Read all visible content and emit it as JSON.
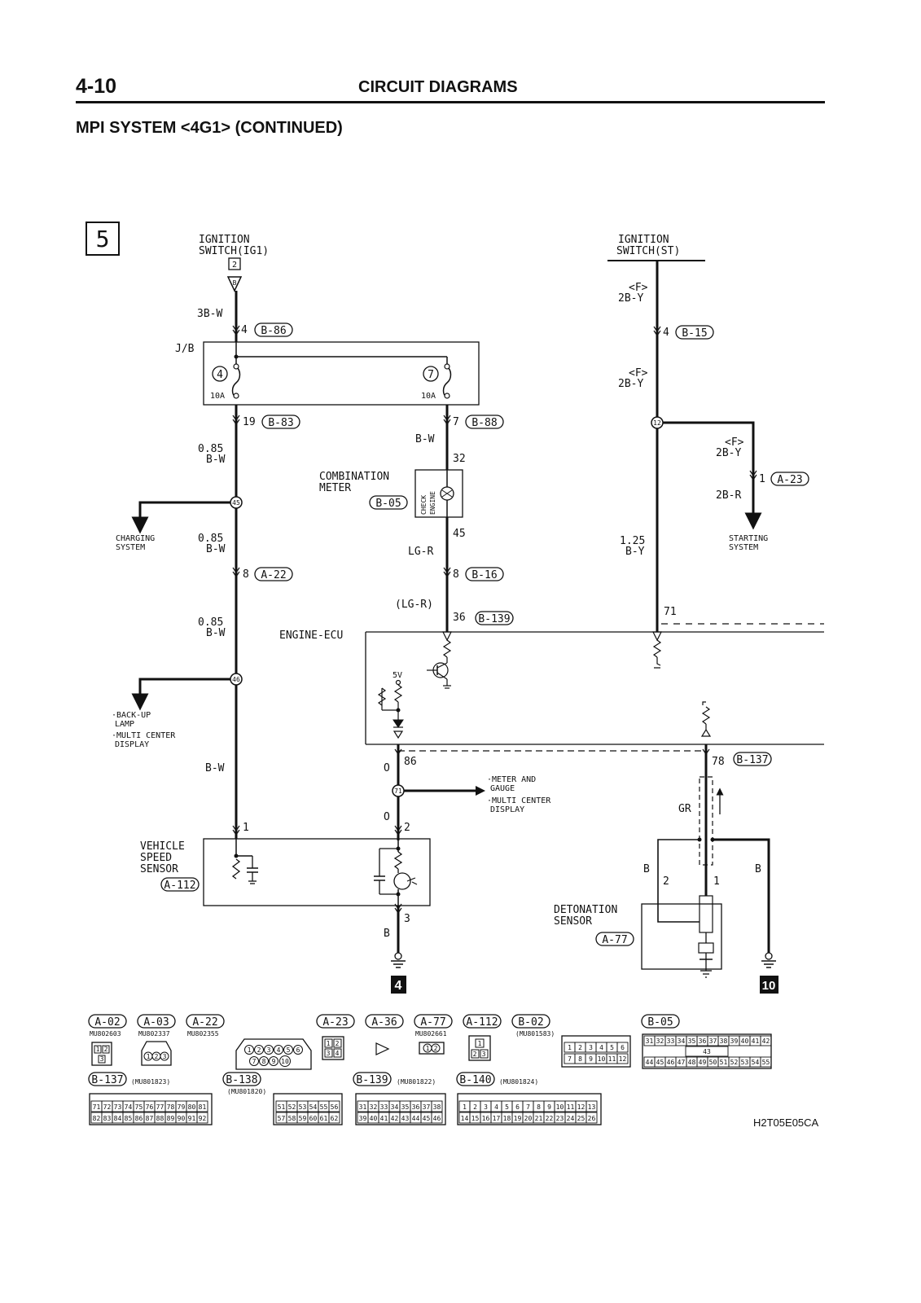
{
  "header": {
    "page_number": "4-10",
    "title": "CIRCUIT DIAGRAMS"
  },
  "section_title": "MPI SYSTEM <4G1> (CONTINUED)",
  "diagram": {
    "sheet_number": "5",
    "ign_ig1": {
      "line1": "IGNITION",
      "line2": "SWITCH(IG1)",
      "terminal": "2",
      "marker": "B"
    },
    "ign_st": {
      "line1": "IGNITION",
      "line2": "SWITCH(ST)"
    },
    "wire_3bw": "3B-W",
    "conn_4_b86": {
      "pin": "4",
      "conn": "B-86"
    },
    "jb": "J/B",
    "fuse4": {
      "num": "4",
      "rating": "10A"
    },
    "fuse7": {
      "num": "7",
      "rating": "10A"
    },
    "conn_19_b83": {
      "pin": "19",
      "conn": "B-83"
    },
    "conn_7_b88": {
      "pin": "7",
      "conn": "B-88"
    },
    "wire_085bw_1": {
      "size": "0.85",
      "color": "B-W"
    },
    "wire_bw_meter": "B-W",
    "pin_32": "32",
    "combination_meter": {
      "line1": "COMBINATION",
      "line2": "METER",
      "conn": "B-05",
      "lamp_line1": "CHECK",
      "lamp_line2": "ENGINE"
    },
    "junction_45": "45",
    "junction_46": "46",
    "junction_12": "12",
    "junction_71": "71",
    "charging_system": {
      "line1": "CHARGING",
      "line2": "SYSTEM"
    },
    "wire_085bw_2": {
      "size": "0.85",
      "color": "B-W"
    },
    "pin_45": "45",
    "wire_lgr": "LG-R",
    "conn_8_a22": {
      "pin": "8",
      "conn": "A-22"
    },
    "conn_8_b16": {
      "pin": "8",
      "conn": "B-16"
    },
    "wire_085bw_3": {
      "size": "0.85",
      "color": "B-W"
    },
    "wire_lgr_paren": "(LG-R)",
    "conn_36_b139": {
      "pin": "36",
      "conn": "B-139"
    },
    "engine_ecu": "ENGINE-ECU",
    "ecu_5v": "5V",
    "backup_lamp": {
      "line1": "·BACK-UP",
      "line2": "LAMP"
    },
    "multi_center_1": {
      "line1": "·MULTI CENTER",
      "line2": "DISPLAY"
    },
    "wire_bw_lower": "B-W",
    "pin_86": "86",
    "wire_o_1": "O",
    "wire_o_2": "O",
    "pin_2_vss": "2",
    "pin_1_vss": "1",
    "pin_3_vss": "3",
    "meter_gauge": {
      "line1": "·METER AND",
      "line2": "GAUGE",
      "line3": "·MULTI CENTER",
      "line4": "DISPLAY"
    },
    "vehicle_speed_sensor": {
      "line1": "VEHICLE",
      "line2": "SPEED",
      "line3": "SENSOR",
      "conn": "A-112"
    },
    "wire_b_vss": "B",
    "ground_4": "4",
    "ig_st_wire_f1": {
      "tag": "<F>",
      "color": "2B-Y"
    },
    "conn_4_b15": {
      "pin": "4",
      "conn": "B-15"
    },
    "ig_st_wire_f2": {
      "tag": "<F>",
      "color": "2B-Y"
    },
    "st_branch_wire": {
      "tag": "<F>",
      "color": "2B-Y"
    },
    "conn_1_a23": {
      "pin": "1",
      "conn": "A-23"
    },
    "wire_2br": "2B-R",
    "starting_system": {
      "line1": "STARTING",
      "line2": "SYSTEM"
    },
    "wire_125by": {
      "size": "1.25",
      "color": "B-Y"
    },
    "pin_71": "71",
    "conn_78_b137": {
      "pin": "78",
      "conn": "B-137"
    },
    "wire_gr": "GR",
    "wire_b_left": "B",
    "wire_b_right": "B",
    "ds_pin2": "2",
    "ds_pin1": "1",
    "detonation_sensor": {
      "line1": "DETONATION",
      "line2": "SENSOR",
      "conn": "A-77"
    },
    "ground_10": "10"
  },
  "connectors_row1": [
    {
      "id": "A-02",
      "part": "MU802603",
      "pins": [
        "1",
        "2",
        "3"
      ]
    },
    {
      "id": "A-03",
      "part": "MU802337",
      "pins": [
        "1",
        "2",
        "3"
      ]
    },
    {
      "id": "A-22",
      "part": "MU802355",
      "pins": [
        "1",
        "2",
        "3",
        "4",
        "5",
        "6",
        "7",
        "8",
        "9",
        "10"
      ]
    },
    {
      "id": "A-23",
      "part": "",
      "pins": [
        "1",
        "2",
        "3",
        "4"
      ]
    },
    {
      "id": "A-36",
      "part": "",
      "pins": []
    },
    {
      "id": "A-77",
      "part": "MU802661",
      "pins": [
        "1",
        "2"
      ]
    },
    {
      "id": "A-112",
      "part": "",
      "pins": [
        "1",
        "2",
        "3"
      ]
    },
    {
      "id": "B-02",
      "part": "(MU801583)",
      "pins": [
        "1",
        "2",
        "3",
        "4",
        "5",
        "6",
        "7",
        "8",
        "9",
        "10",
        "11",
        "12"
      ]
    },
    {
      "id": "B-05",
      "part": "",
      "row1": [
        "31",
        "32",
        "33",
        "34",
        "35",
        "36",
        "37",
        "38",
        "39",
        "40",
        "41",
        "42"
      ],
      "mid": "43",
      "row2": [
        "44",
        "45",
        "46",
        "47",
        "48",
        "49",
        "50",
        "51",
        "52",
        "53",
        "54",
        "55"
      ]
    }
  ],
  "connectors_row2": [
    {
      "id": "B-137",
      "part": "(MU801823)",
      "row1": [
        "71",
        "72",
        "73",
        "74",
        "75",
        "76",
        "77",
        "78",
        "79",
        "80",
        "81"
      ],
      "row2": [
        "82",
        "83",
        "84",
        "85",
        "86",
        "87",
        "88",
        "89",
        "90",
        "91",
        "92"
      ]
    },
    {
      "id": "B-138",
      "part": "(MU801820)",
      "row1": [
        "51",
        "52",
        "53",
        "54",
        "55",
        "56"
      ],
      "row2": [
        "57",
        "58",
        "59",
        "60",
        "61",
        "62"
      ]
    },
    {
      "id": "B-139",
      "part": "(MU801822)",
      "row1": [
        "31",
        "32",
        "33",
        "34",
        "35",
        "36",
        "37",
        "38"
      ],
      "row2": [
        "39",
        "40",
        "41",
        "42",
        "43",
        "44",
        "45",
        "46"
      ]
    },
    {
      "id": "B-140",
      "part": "(MU801824)",
      "row1": [
        "1",
        "2",
        "3",
        "4",
        "5",
        "6",
        "7",
        "8",
        "9",
        "10",
        "11",
        "12",
        "13"
      ],
      "row2": [
        "14",
        "15",
        "16",
        "17",
        "18",
        "19",
        "20",
        "21",
        "22",
        "23",
        "24",
        "25",
        "26"
      ]
    }
  ],
  "figure_code": "H2T05E05CA"
}
